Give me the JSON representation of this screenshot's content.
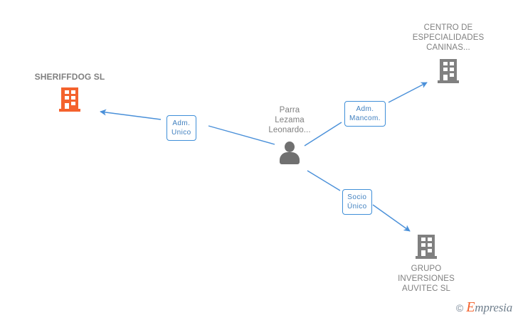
{
  "diagram": {
    "type": "relationship-graph",
    "background": "#ffffff",
    "edge_color": "#4a90d9",
    "orange": "#f4622d",
    "gray": "#808080",
    "label_text_color": "#3f7fbf",
    "nodes": [
      {
        "id": "sheriffdog",
        "label": "SHERIFFDOG SL",
        "icon": "building-icon",
        "icon_color": "#f4622d",
        "label_position": "above",
        "bold": true
      },
      {
        "id": "centro",
        "label": "CENTRO DE\nESPECIALIDADES\nCANINAS...",
        "icon": "building-icon",
        "icon_color": "#808080",
        "label_position": "above",
        "bold": false
      },
      {
        "id": "persona",
        "label": "Parra\nLezama\nLeonardo...",
        "icon": "person-icon",
        "icon_color": "#707070",
        "label_position": "above",
        "bold": false
      },
      {
        "id": "grupo",
        "label": "GRUPO\nINVERSIONES\nAUVITEC SL",
        "icon": "building-icon",
        "icon_color": "#808080",
        "label_position": "below",
        "bold": false
      }
    ],
    "edges": [
      {
        "id": "e1",
        "from": "persona",
        "to": "sheriffdog",
        "label": "Adm.\nUnico"
      },
      {
        "id": "e2",
        "from": "persona",
        "to": "centro",
        "label": "Adm.\nMancom."
      },
      {
        "id": "e3",
        "from": "persona",
        "to": "grupo",
        "label": "Socio\nÚnico"
      }
    ]
  },
  "watermark": {
    "copyright": "©",
    "brand_initial": "E",
    "brand_rest": "mpresia"
  }
}
